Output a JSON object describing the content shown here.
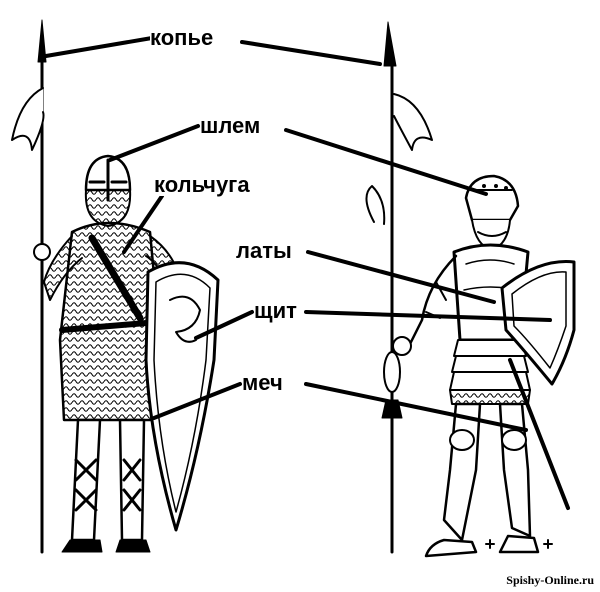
{
  "labels": {
    "spear": "копье",
    "helmet": "шлем",
    "chainmail": "кольчуга",
    "plate_armor": "латы",
    "shield": "щит",
    "sword": "меч"
  },
  "watermark": "Spishy-Online.ru",
  "colors": {
    "ink": "#000000",
    "paper": "#ffffff"
  }
}
